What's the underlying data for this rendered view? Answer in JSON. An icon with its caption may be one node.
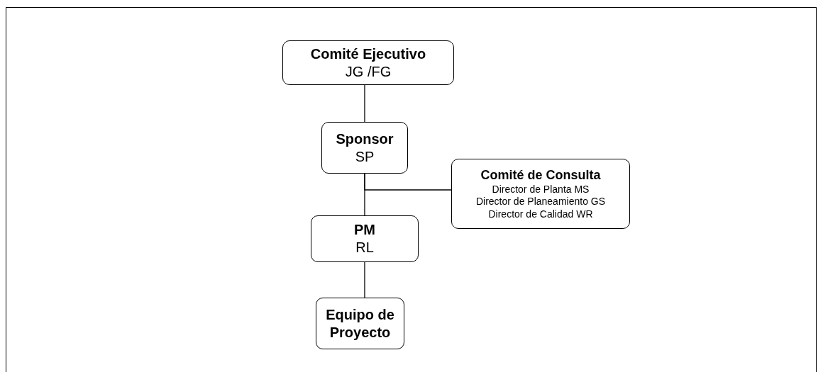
{
  "diagram": {
    "nodes": [
      {
        "text": [
          "Comité Ejecutivo",
          "JG /FG"
        ]
      },
      {
        "text": [
          "Sponsor",
          "SP"
        ]
      },
      {
        "text": [
          "Comité de Consulta",
          "Director de Planta MS",
          "Director de Planeamiento GS",
          "Director de Calidad WR"
        ]
      },
      {
        "text": [
          "PM",
          "RL"
        ]
      },
      {
        "text": [
          "Equipo de Proyecto"
        ]
      }
    ],
    "edges": [
      {
        "from": 0,
        "to": 1,
        "arrow": "none"
      },
      {
        "from": 1,
        "to": 3,
        "arrow": "none"
      },
      {
        "from": 1,
        "to": 2,
        "arrow": "none"
      },
      {
        "from": 3,
        "to": 4,
        "arrow": "none"
      }
    ]
  }
}
